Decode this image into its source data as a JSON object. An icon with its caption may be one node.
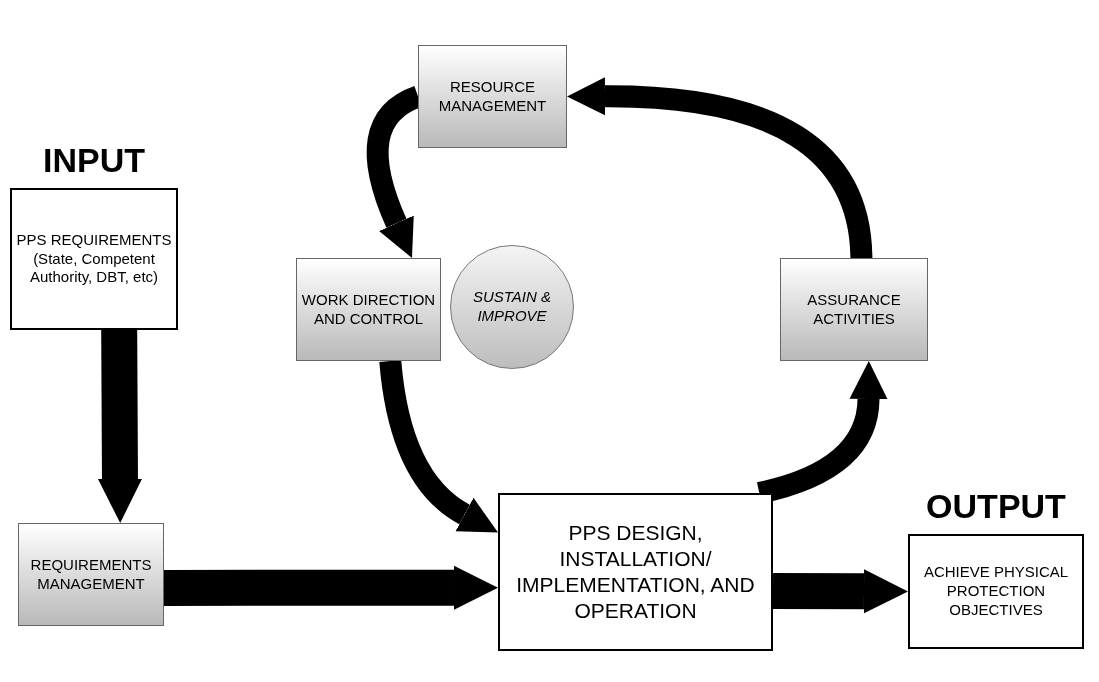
{
  "diagram": {
    "nodes": [
      {
        "text": [
          "INPUT",
          "PPS REQUIREMENTS (State, Competent Authority, DBT, etc)"
        ]
      },
      {
        "text": [
          "REQUIREMENTS MANAGEMENT"
        ]
      },
      {
        "text": [
          "RESOURCE MANAGEMENT"
        ]
      },
      {
        "text": [
          "WORK DIRECTION AND CONTROL"
        ]
      },
      {
        "text": [
          "SUSTAIN & IMPROVE"
        ]
      },
      {
        "text": [
          "ASSURANCE ACTIVITIES"
        ]
      },
      {
        "text": [
          "PPS DESIGN, INSTALLATION/ IMPLEMENTATION, AND OPERATION"
        ]
      },
      {
        "text": [
          "OUTPUT",
          "ACHIEVE PHYSICAL PROTECTION OBJECTIVES"
        ]
      }
    ],
    "edges": [
      {
        "from": 0,
        "to": 1,
        "arrow": "to"
      },
      {
        "from": 1,
        "to": 6,
        "arrow": "to"
      },
      {
        "from": 6,
        "to": 7,
        "arrow": "to"
      },
      {
        "from": 2,
        "to": 3,
        "arrow": "to"
      },
      {
        "from": 3,
        "to": 6,
        "arrow": "to"
      },
      {
        "from": 6,
        "to": 5,
        "arrow": "to"
      },
      {
        "from": 5,
        "to": 2,
        "arrow": "to"
      }
    ]
  }
}
